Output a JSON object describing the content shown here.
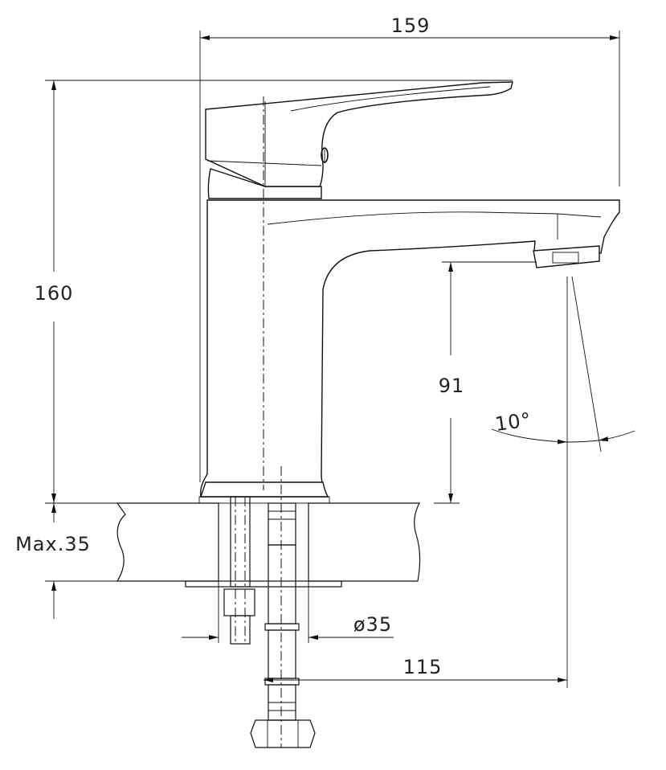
{
  "dimensions": {
    "width": "159",
    "height": "160",
    "spout_height": "91",
    "max_thickness": "Max.35",
    "hole_diameter": "ø35",
    "reach": "115",
    "angle": "10°"
  },
  "colors": {
    "line": "#111111",
    "background": "#ffffff"
  }
}
